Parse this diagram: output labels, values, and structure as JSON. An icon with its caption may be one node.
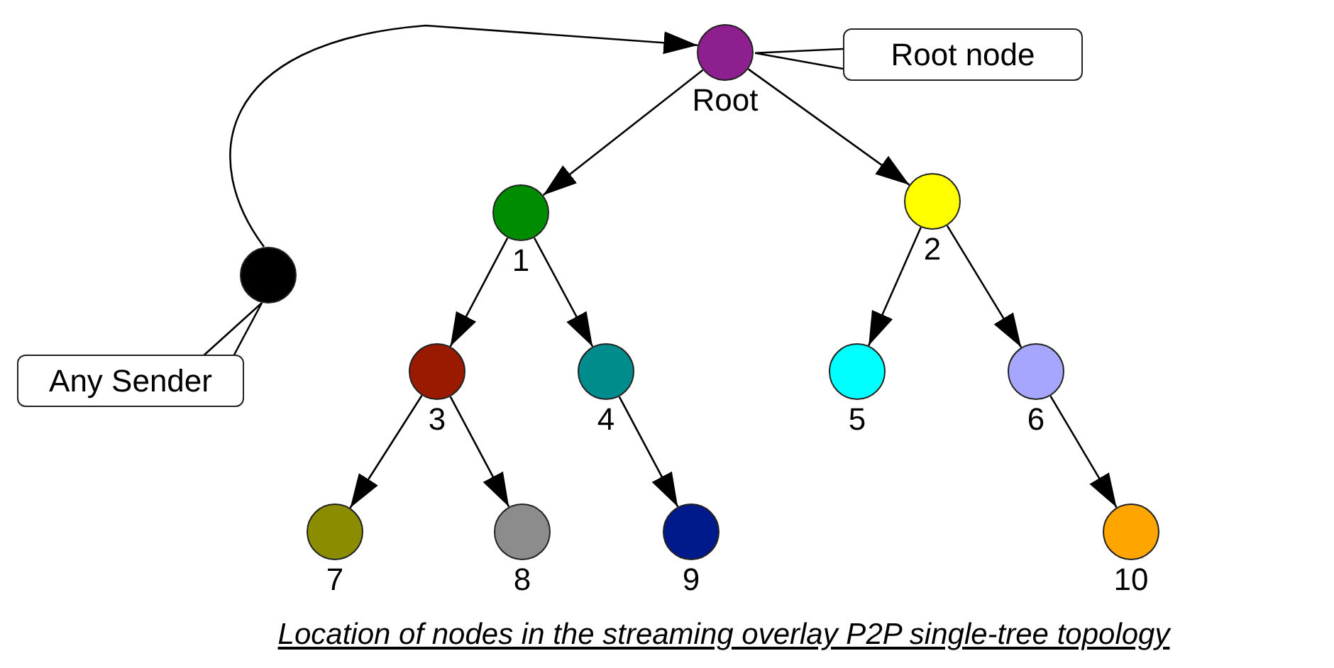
{
  "diagram": {
    "caption": "Location of nodes in the streaming overlay P2P single-tree topology",
    "nodes": [
      {
        "text": [],
        "shape": "circle",
        "beside": [
          "Root"
        ]
      },
      {
        "text": [],
        "shape": "circle",
        "beside": [
          "1"
        ]
      },
      {
        "text": [],
        "shape": "circle",
        "beside": [
          "2"
        ]
      },
      {
        "text": [],
        "shape": "circle",
        "beside": [
          "3"
        ]
      },
      {
        "text": [],
        "shape": "circle",
        "beside": [
          "4"
        ]
      },
      {
        "text": [],
        "shape": "circle",
        "beside": [
          "5"
        ]
      },
      {
        "text": [],
        "shape": "circle",
        "beside": [
          "6"
        ]
      },
      {
        "text": [],
        "shape": "circle",
        "beside": [
          "7"
        ]
      },
      {
        "text": [],
        "shape": "circle",
        "beside": [
          "8"
        ]
      },
      {
        "text": [],
        "shape": "circle",
        "beside": [
          "9"
        ]
      },
      {
        "text": [],
        "shape": "circle",
        "beside": [
          "10"
        ]
      },
      {
        "text": [],
        "shape": "circle"
      },
      {
        "text": [
          "Root node"
        ]
      },
      {
        "text": [
          "Any Sender"
        ]
      }
    ],
    "edges": [
      {
        "from": 0,
        "to": 1,
        "arrow": "to"
      },
      {
        "from": 0,
        "to": 2,
        "arrow": "to"
      },
      {
        "from": 1,
        "to": 3,
        "arrow": "to"
      },
      {
        "from": 1,
        "to": 4,
        "arrow": "to"
      },
      {
        "from": 2,
        "to": 5,
        "arrow": "to"
      },
      {
        "from": 2,
        "to": 6,
        "arrow": "to"
      },
      {
        "from": 3,
        "to": 7,
        "arrow": "to"
      },
      {
        "from": 3,
        "to": 8,
        "arrow": "to"
      },
      {
        "from": 4,
        "to": 9,
        "arrow": "to"
      },
      {
        "from": 6,
        "to": 10,
        "arrow": "to"
      },
      {
        "from": 11,
        "to": 0,
        "arrow": "to"
      },
      {
        "from": 12,
        "to": 0,
        "arrow": "none"
      },
      {
        "from": 13,
        "to": 11,
        "arrow": "none"
      }
    ]
  }
}
